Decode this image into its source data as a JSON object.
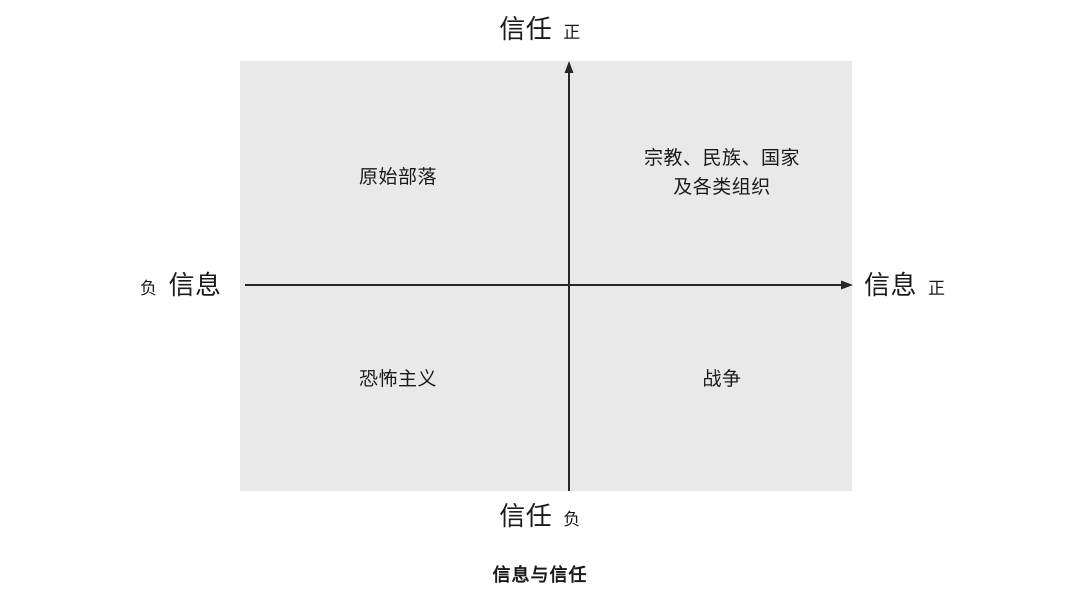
{
  "figure": {
    "caption": "信息与信任",
    "panel_color": "#e9e9e9",
    "axis_color": "#262626",
    "text_color": "#1a1a1a"
  },
  "axes": {
    "vertical": {
      "positive_end": {
        "name": "信任",
        "polarity": "正"
      },
      "negative_end": {
        "name": "信任",
        "polarity": "负"
      }
    },
    "horizontal": {
      "positive_end": {
        "name": "信息",
        "polarity": "正"
      },
      "negative_end": {
        "name": "信息",
        "polarity": "负"
      }
    }
  },
  "quadrants": [
    {
      "id": "top-left",
      "label": "原始部落"
    },
    {
      "id": "top-right",
      "label": "宗教、民族、国家\n及各类组织"
    },
    {
      "id": "bottom-left",
      "label": "恐怖主义"
    },
    {
      "id": "bottom-right",
      "label": "战争"
    }
  ]
}
